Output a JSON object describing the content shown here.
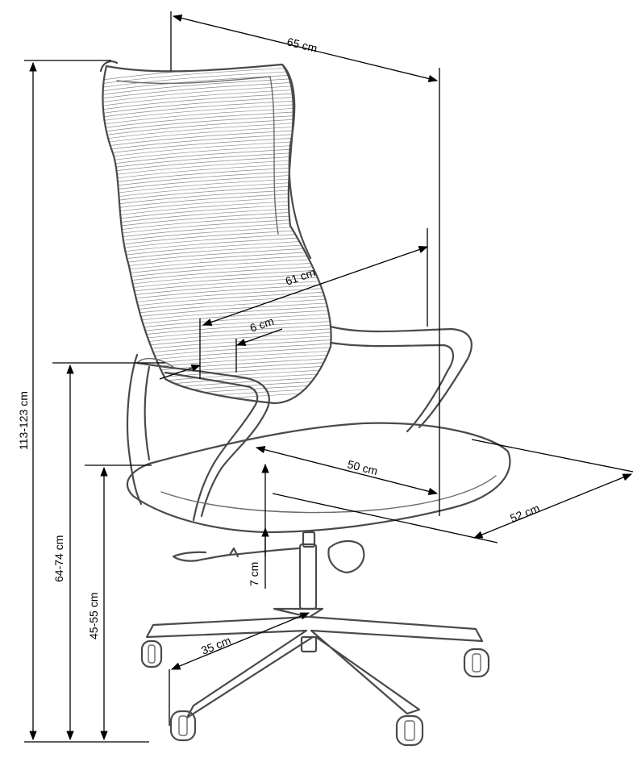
{
  "dimensions": {
    "width_top": "65 cm",
    "armrest_depth": "61 cm",
    "armrest_width": "6 cm",
    "seat_depth": "50 cm",
    "seat_width": "52 cm",
    "seat_adjust": "7 cm",
    "base_radius": "35 cm",
    "total_height": "113-123 cm",
    "armrest_height": "64-74 cm",
    "seat_height": "45-55 cm"
  }
}
